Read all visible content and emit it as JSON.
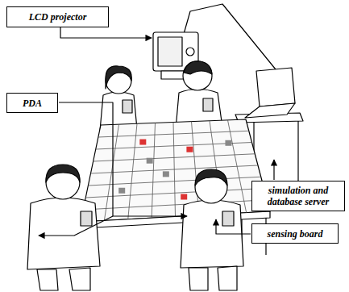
{
  "diagram": {
    "nodes": [
      {
        "text": [
          "LCD projector"
        ]
      },
      {
        "text": [
          "PDA"
        ]
      },
      {
        "text": [
          "simulation and database server"
        ]
      },
      {
        "text": [
          "sensing board"
        ]
      }
    ]
  }
}
